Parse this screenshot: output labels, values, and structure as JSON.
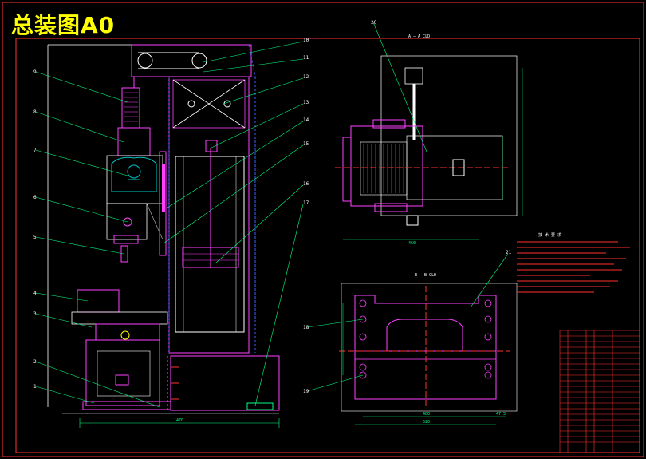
{
  "drawing": {
    "title": "总装图A0",
    "colors": {
      "background": "#000000",
      "border": "#ff3030",
      "outline": "#ffffff",
      "part": "#ff40ff",
      "leader": "#00ff80",
      "hidden": "#4060ff",
      "annotation": "#ff3030",
      "title_text": "#ffff00",
      "hatch": "#00c8c8",
      "dimension": "#00ff80"
    },
    "part_numbers_left": [
      "9",
      "8",
      "7",
      "6",
      "5",
      "4",
      "3",
      "2",
      "1"
    ],
    "part_numbers_right": [
      "10",
      "11",
      "12",
      "13",
      "14",
      "15",
      "16",
      "17"
    ],
    "part_numbers_plan": [
      "18",
      "19"
    ],
    "part_number_top": "20",
    "part_number_bottom": "21",
    "section_labels": {
      "top_view": "A — A  CLD",
      "bottom_view": "B — B  CLD"
    },
    "dimensions": {
      "overall_width": "1470",
      "bottom_width_1": "480",
      "bottom_width_2": "520",
      "bottom_offset": "47.5",
      "top_view_width": "460"
    },
    "notes_title": "技 术 要 求"
  }
}
